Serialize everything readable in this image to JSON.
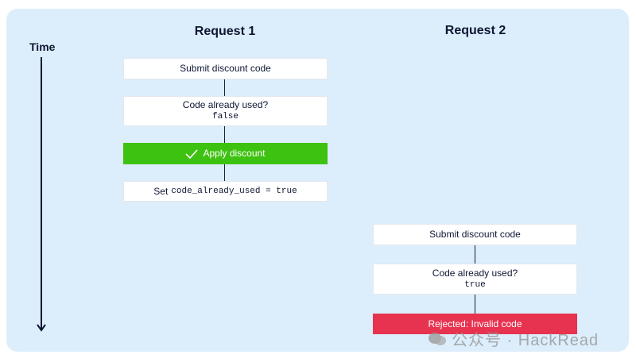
{
  "time_label": "Time",
  "request1": {
    "title": "Request 1",
    "submit": "Submit discount code",
    "check_question": "Code already used?",
    "check_value": "false",
    "apply": "Apply discount",
    "set_prefix": "Set",
    "set_code": "code_already_used = true"
  },
  "request2": {
    "title": "Request 2",
    "submit": "Submit discount code",
    "check_question": "Code already used?",
    "check_value": "true",
    "rejected": "Rejected: Invalid code"
  },
  "watermark": "公众号 · HackRead",
  "colors": {
    "panel": "#dcedfb",
    "success": "#3ec211",
    "error": "#e73350",
    "text": "#0d1633"
  }
}
